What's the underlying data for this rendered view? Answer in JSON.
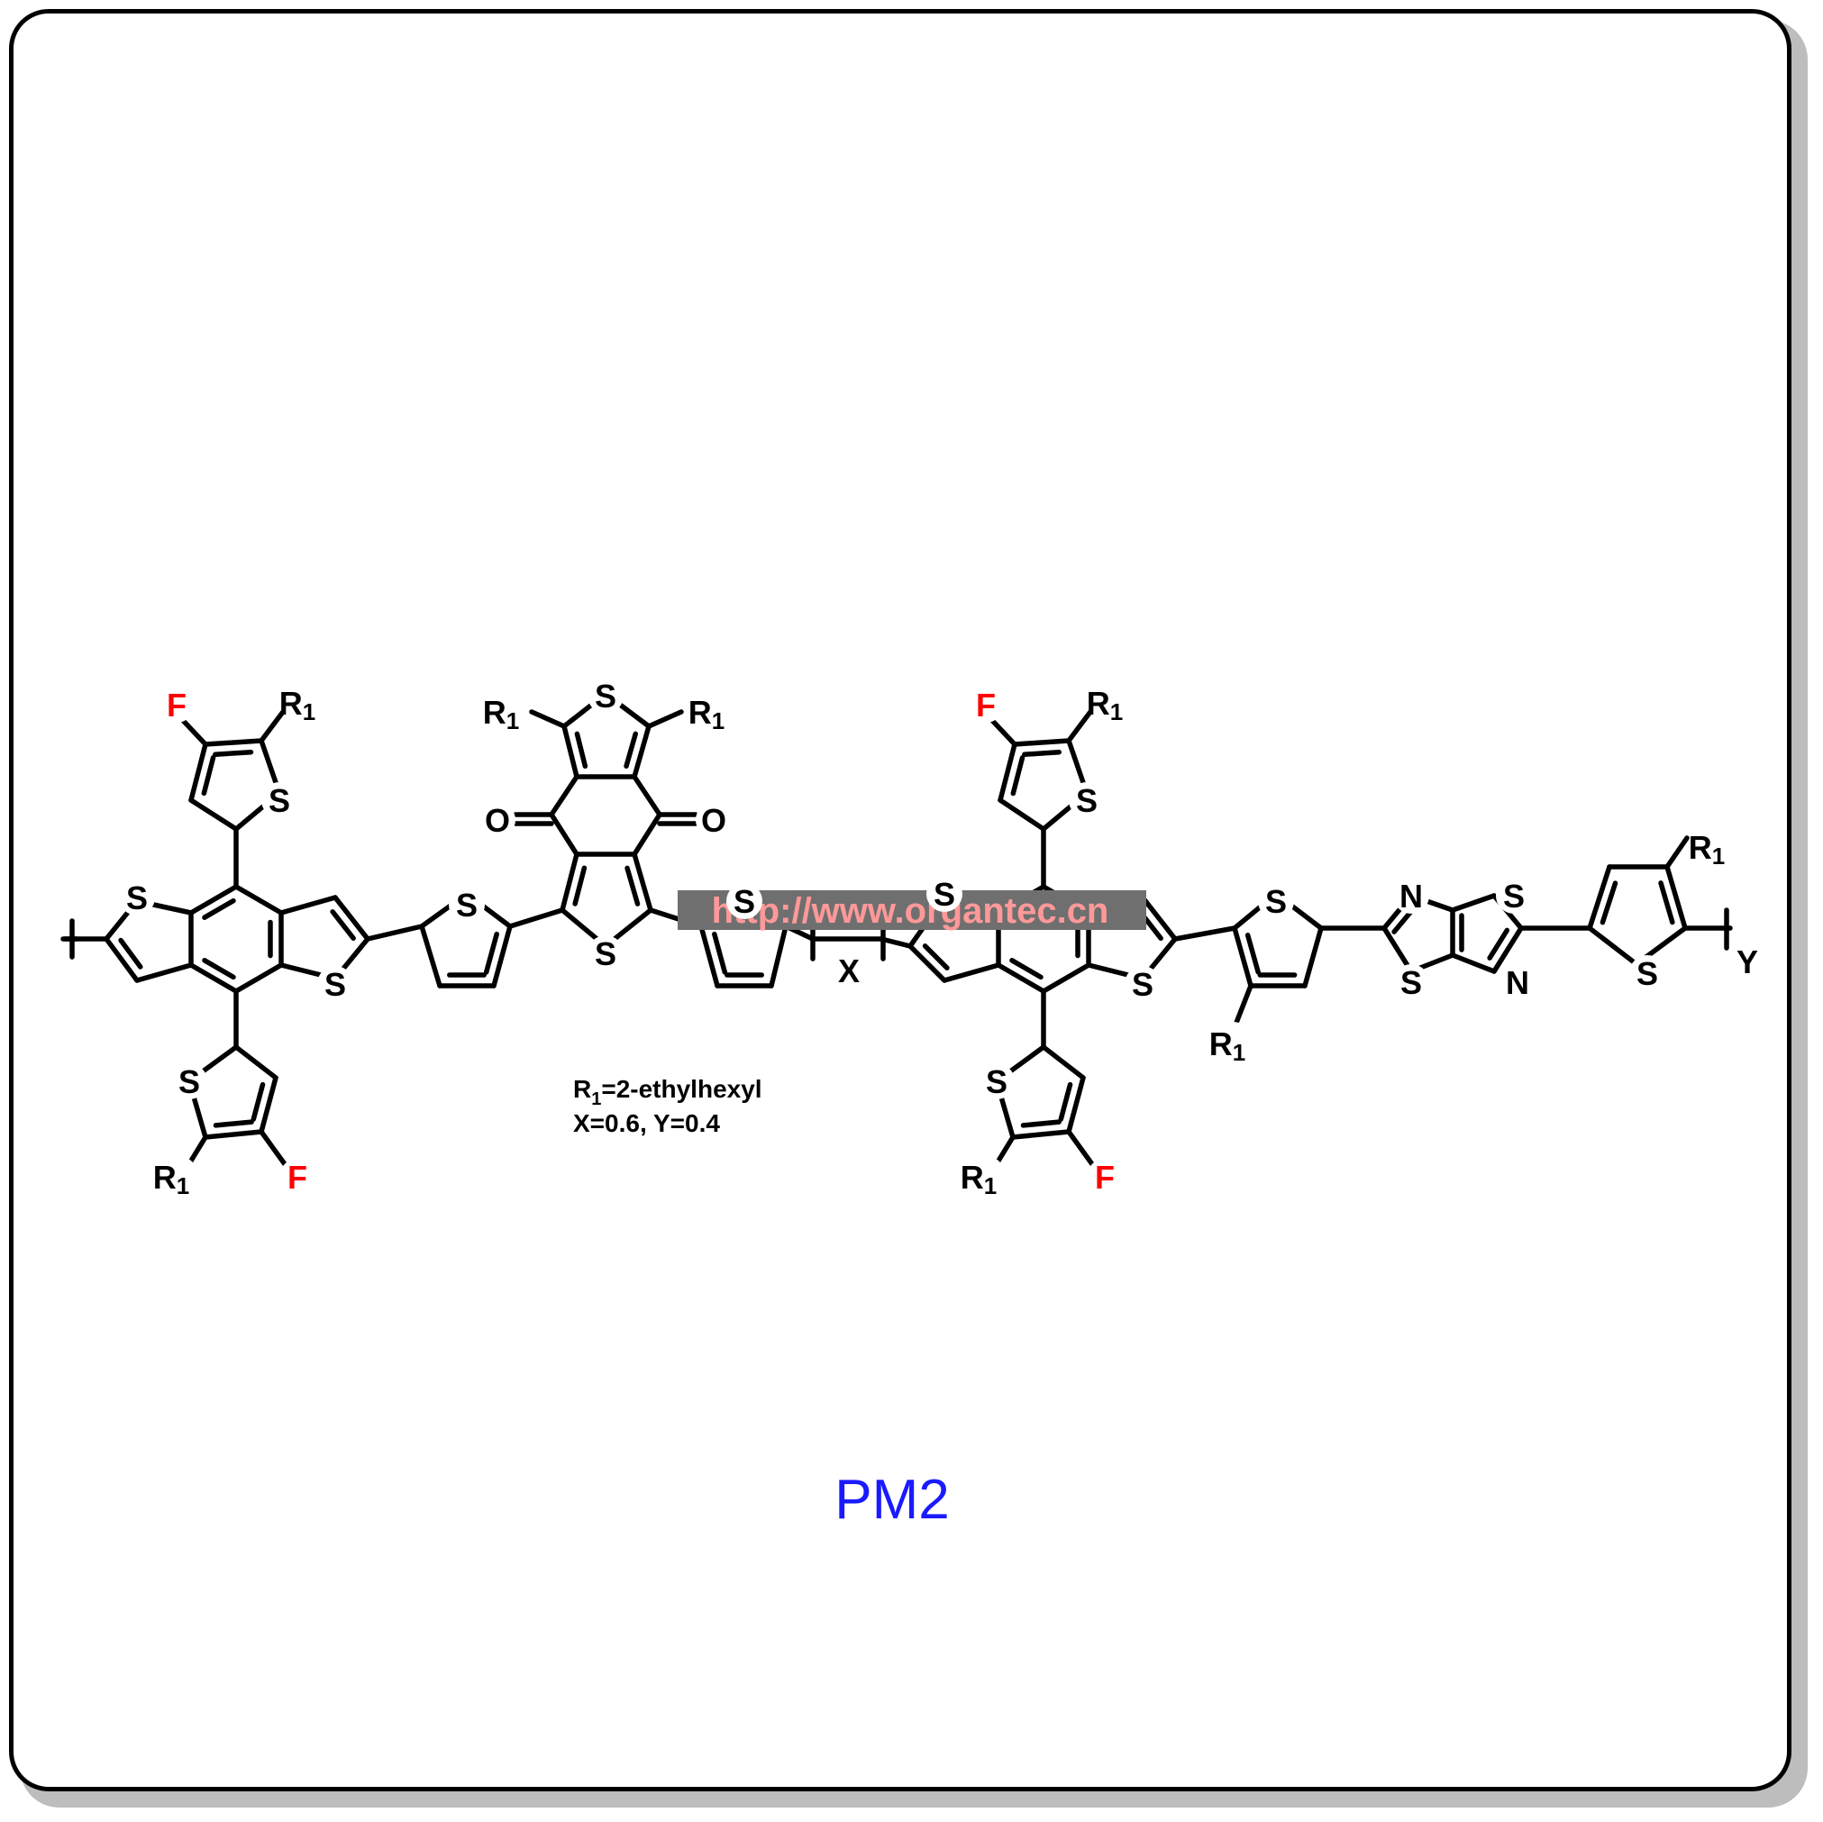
{
  "colors": {
    "bond": "#000000",
    "carbon_label": "#000000",
    "fluorine": "#ff0000",
    "title": "#1a1aff",
    "watermark_text": "#ff9999",
    "watermark_box": "#6f6f6f"
  },
  "atoms": {
    "S": "S",
    "O": "O",
    "N": "N",
    "F": "F",
    "R": "R",
    "sub1": "1"
  },
  "repeat_labels": {
    "x": "X",
    "y": "Y"
  },
  "notes": {
    "r1_prefix": "R",
    "r1_sub": "1",
    "r1_value": "=2-ethylhexyl",
    "ratio": "X=0.6, Y=0.4"
  },
  "watermark": "http://www.organtec.cn",
  "title": "PM2"
}
